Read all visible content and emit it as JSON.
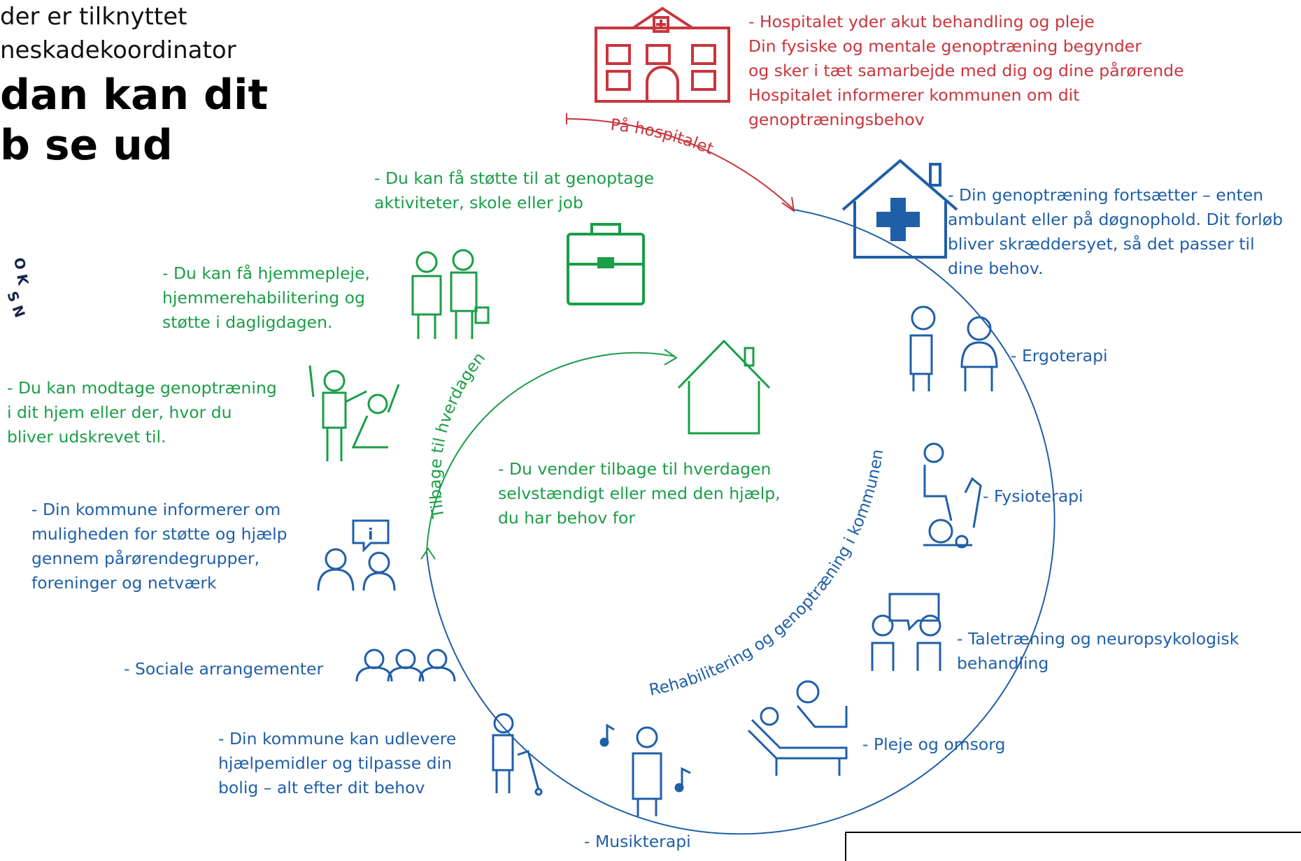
{
  "intro_text": "der er tilknyttet\nneskadekoordinator",
  "title": "dan kan dit\nb se ud",
  "logo_letters": "O K\nS N",
  "arc_labels": {
    "hospital": "På hospitalet",
    "everyday": "Tilbage til hverdagen",
    "rehab": "Rehabilitering og genoptræning i kommunen"
  },
  "steps": {
    "hospital": "Hospitalet yder akut behandling og pleje\nDin fysiske og mentale genoptræning begynder\nog sker i tæt samarbejde med dig og dine pårørende\nHospitalet informerer kommunen om dit\ngenoptræningsbehov",
    "continue": "Din genoptræning fortsætter – enten\nambulant eller på døgnophold. Dit forløb\nbliver skræddersyet, så det passer til\ndine behov.",
    "ergo": "Ergoterapi",
    "fysio": "Fysioterapi",
    "tale": "Taletræning og neuropsykologisk\nbehandling",
    "pleje": "Pleje og omsorg",
    "musik": "Musikterapi",
    "hjaelpemidler": "Din kommune kan udlevere\nhjælpemidler og tilpasse din\nbolig – alt efter dit behov",
    "sociale": "Sociale arrangementer",
    "info": "Din kommune informerer om\nmuligheden for støtte og hjælp\ngennem pårørendegrupper,\nforeninger og netværk",
    "hjem_genop": "Du kan modtage genoptræning\ni dit hjem eller der, hvor du\nbliver udskrevet til.",
    "hjemmepleje": "Du kan få hjemmepleje,\nhjemmerehabilitering og\nstøtte i dagligdagen.",
    "job": "Du kan få støtte til at genoptage\naktiviteter, skole eller job",
    "hverdag": "Du vender tilbage til hverdagen\nselvstændigt eller med den hjælp,\ndu har behov for"
  },
  "colors": {
    "blue": "#1f5fa8",
    "green": "#1a9e47",
    "red": "#c9353d"
  },
  "icons": [
    "hospital-icon",
    "health-house-icon",
    "ergotherapy-icon",
    "exercise-bike-icon",
    "speech-therapy-icon",
    "care-bed-icon",
    "music-therapy-icon",
    "walker-icon",
    "group-icon",
    "info-talk-icon",
    "home-training-icon",
    "couple-shopping-icon",
    "briefcase-icon",
    "home-icon"
  ]
}
